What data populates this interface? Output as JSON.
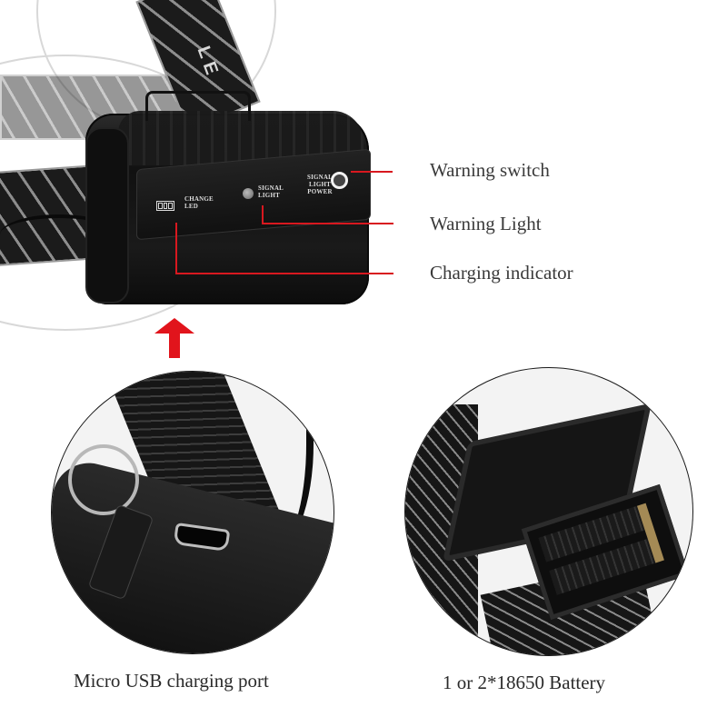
{
  "product_panel": {
    "labels": {
      "change_led": [
        "CHANGE",
        "LED"
      ],
      "signal_light": [
        "SIGNAL",
        "LIGHT"
      ],
      "signal_light_power": [
        "SIGNAL",
        "LIGHT",
        "POWER"
      ]
    },
    "strap_text": "LE"
  },
  "callouts": [
    {
      "label": "Warning switch"
    },
    {
      "label": "Warning Light"
    },
    {
      "label": "Charging indicator"
    }
  ],
  "insets": [
    {
      "caption": "Micro USB charging port",
      "icon": "micro-usb-port"
    },
    {
      "caption": "1 or 2*18650 Battery",
      "icon": "battery-compartment"
    }
  ],
  "colors": {
    "callout_red": "#d8181f",
    "arrow_red": "#e1141c",
    "text": "#3a3a3a",
    "background": "#ffffff"
  }
}
